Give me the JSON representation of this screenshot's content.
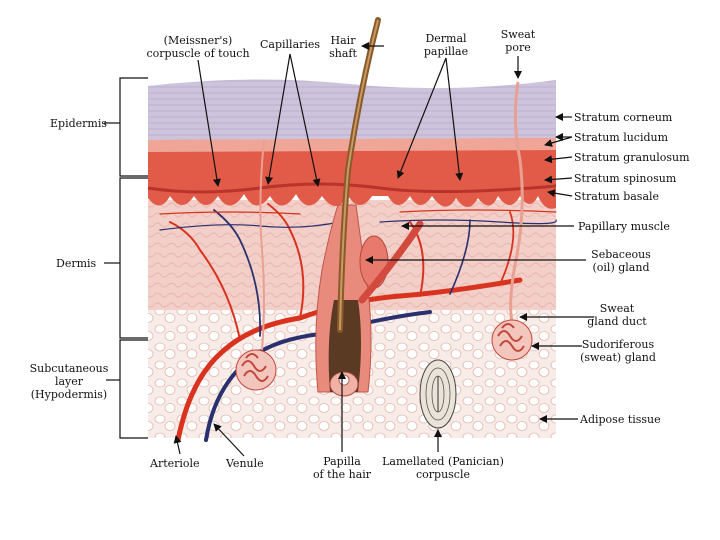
{
  "labels": {
    "meissner": [
      "(Meissner's)",
      "corpuscle of touch"
    ],
    "capillaries": [
      "Capillaries"
    ],
    "hair_shaft": [
      "Hair",
      "shaft"
    ],
    "dermal_papillae": [
      "Dermal",
      "papillae"
    ],
    "sweat_pore": [
      "Sweat",
      "pore"
    ],
    "epidermis": [
      "Epidermis"
    ],
    "dermis": [
      "Dermis"
    ],
    "subcutaneous": [
      "Subcutaneous",
      "layer",
      "(Hypodermis)"
    ],
    "stratum_corneum": [
      "Stratum corneum"
    ],
    "stratum_lucidum": [
      "Stratum lucidum"
    ],
    "stratum_granulosum": [
      "Stratum granulosum"
    ],
    "stratum_spinosum": [
      "Stratum spinosum"
    ],
    "stratum_basale": [
      "Stratum basale"
    ],
    "papillary_muscle": [
      "Papillary muscle"
    ],
    "sebaceous": [
      "Sebaceous",
      "(oil) gland"
    ],
    "sweat_gland_duct": [
      "Sweat",
      "gland duct"
    ],
    "sudoriferous": [
      "Sudoriferous",
      "(sweat) gland"
    ],
    "adipose": [
      "Adipose tissue"
    ],
    "arteriole": [
      "Arteriole"
    ],
    "venule": [
      "Venule"
    ],
    "papilla_hair": [
      "Papilla",
      "of the hair"
    ],
    "lamellated": [
      "Lamellated (Panician)",
      "corpuscle"
    ]
  },
  "colors": {
    "corneum": "#c9c0d8",
    "epidermis": "#e0604f",
    "dermis": "#f3d2cc",
    "hypodermis": "#f7e9e4",
    "artery": "#d9331f",
    "vein": "#2a2f6e",
    "hair": "#8a5a2b",
    "gland": "#d6453a"
  }
}
